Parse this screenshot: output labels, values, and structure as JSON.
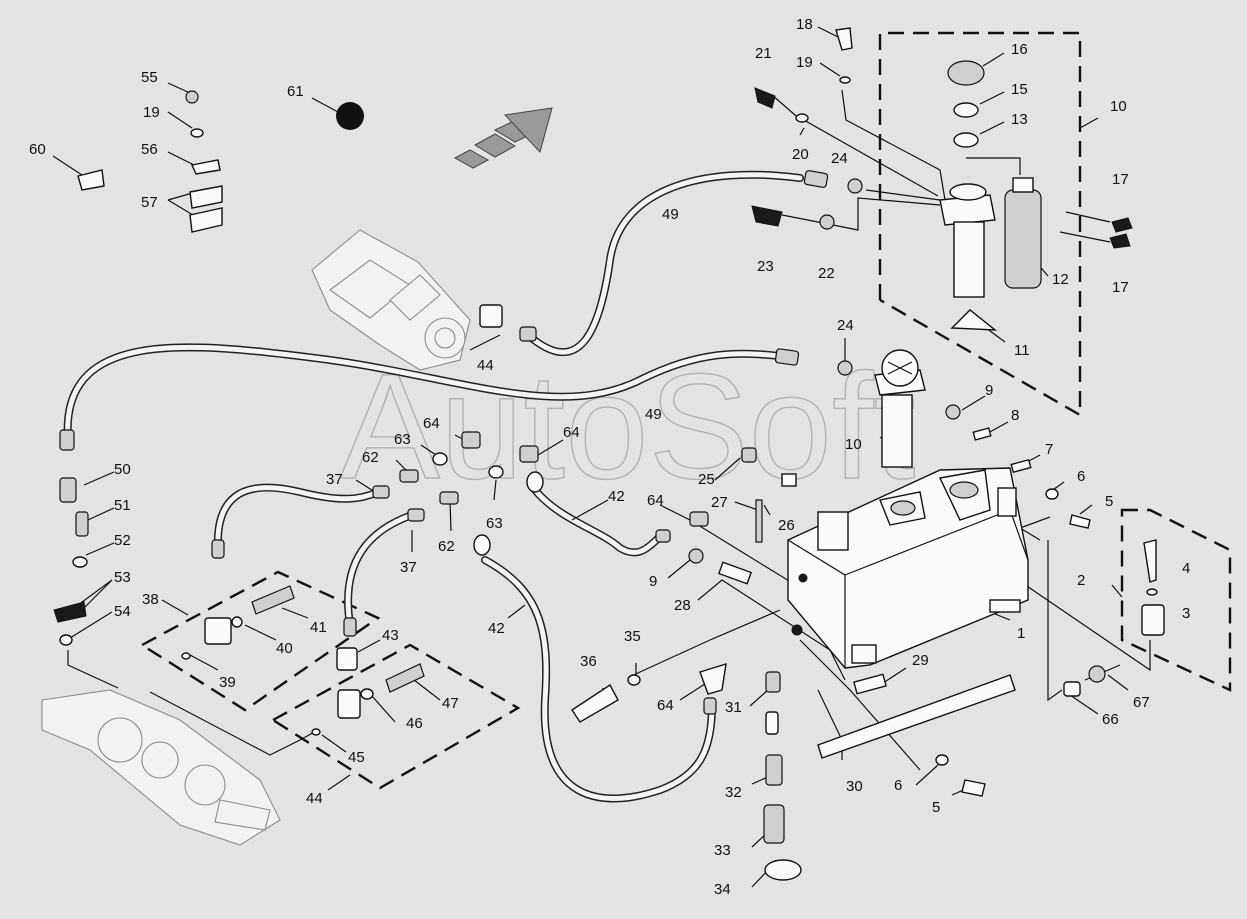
{
  "watermark": "AutoSoft",
  "callouts": [
    "1",
    "2",
    "3",
    "4",
    "5",
    "6",
    "7",
    "8",
    "9",
    "10",
    "11",
    "12",
    "13",
    "15",
    "16",
    "17",
    "18",
    "19",
    "20",
    "21",
    "22",
    "23",
    "24",
    "25",
    "26",
    "27",
    "28",
    "29",
    "30",
    "31",
    "32",
    "33",
    "34",
    "35",
    "36",
    "37",
    "38",
    "39",
    "40",
    "41",
    "42",
    "43",
    "44",
    "45",
    "46",
    "47",
    "49",
    "50",
    "51",
    "52",
    "53",
    "54",
    "55",
    "56",
    "57",
    "60",
    "61",
    "62",
    "63",
    "64",
    "66",
    "67"
  ]
}
